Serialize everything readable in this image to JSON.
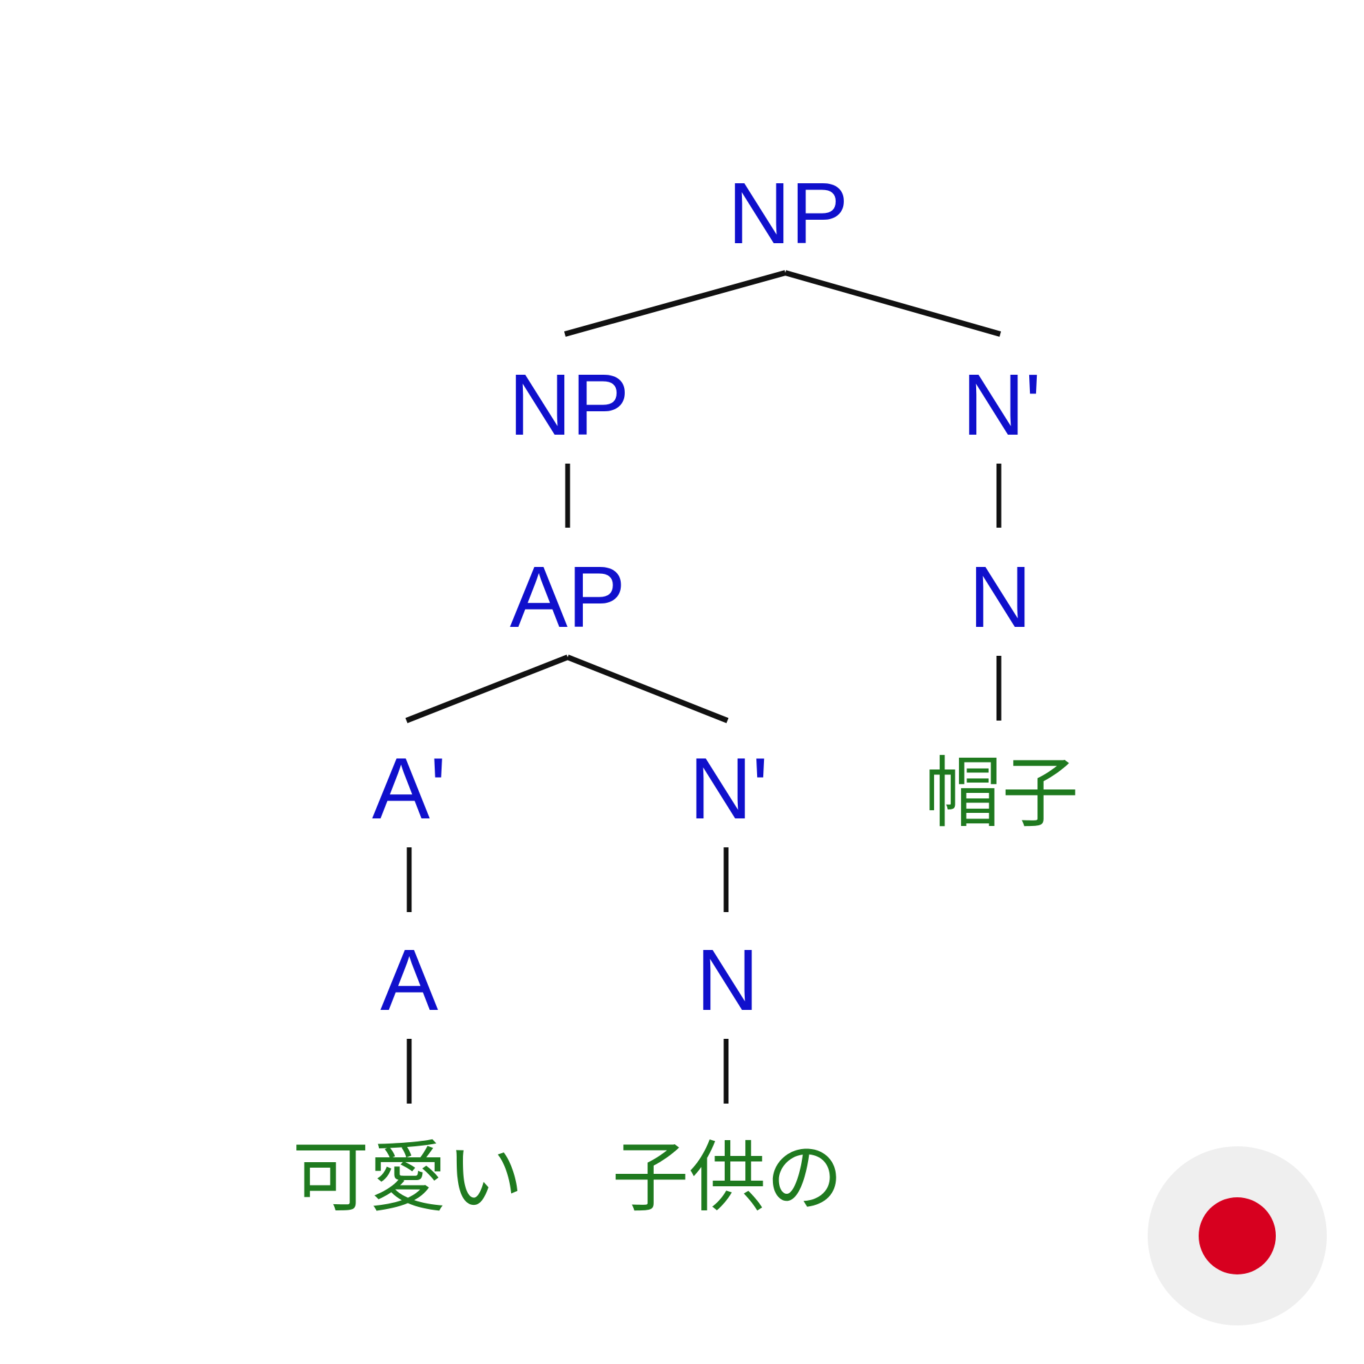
{
  "tree": {
    "nodes": {
      "np_root": "NP",
      "np_left": "NP",
      "nbar_right": "N'",
      "ap": "AP",
      "n_right": "N",
      "abar": "A'",
      "nbar_mid": "N'",
      "a": "A",
      "n_mid": "N"
    },
    "words": {
      "kawaii": "可愛い",
      "kodomo_no": "子供の",
      "boushi": "帽子"
    }
  },
  "badge": {
    "icon": "japan-flag-icon",
    "colors": {
      "circle": "#d7001f",
      "background": "#efefef"
    }
  },
  "colors": {
    "category_label": "#1010cc",
    "word_label": "#1f7a1f",
    "edge": "#111111"
  }
}
